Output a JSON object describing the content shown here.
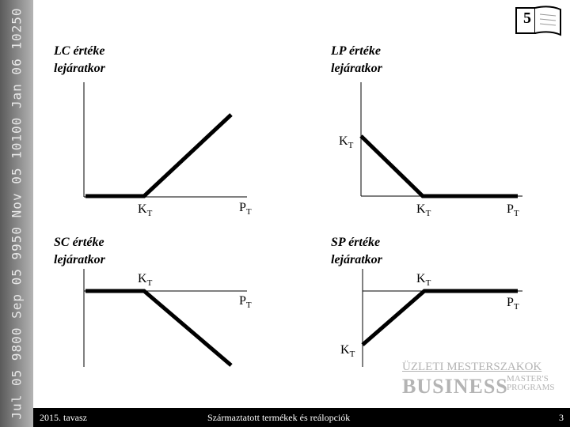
{
  "sidebar": {
    "strip_text": "Jul 05 9800  Sep 05 9950  Nov 05 10100  Jan 06 10250"
  },
  "header": {
    "slide_badge": "5"
  },
  "graphs": {
    "lc": {
      "title_line1": "LC értéke",
      "title_line2": "lejáratkor",
      "k_label": "K",
      "k_sub": "T",
      "p_label": "P",
      "p_sub": "T"
    },
    "lp": {
      "title_line1": "LP értéke",
      "title_line2": "lejáratkor",
      "k_label_y": "K",
      "k_sub_y": "T",
      "k_label": "K",
      "k_sub": "T",
      "p_label": "P",
      "p_sub": "T"
    },
    "sc": {
      "title_line1": "SC értéke",
      "title_line2": "lejáratkor",
      "k_label": "K",
      "k_sub": "T",
      "p_label": "P",
      "p_sub": "T"
    },
    "sp": {
      "title_line1": "SP értéke",
      "title_line2": "lejáratkor",
      "k_label": "K",
      "k_sub": "T",
      "k_label_y": "K",
      "k_sub_y": "T",
      "p_label": "P",
      "p_sub": "T"
    }
  },
  "logo": {
    "top_line": "ÜZLETI MESTERSZAKOK",
    "main_word": "BUSINESS",
    "side_line1": "MASTER'S",
    "side_line2": "PROGRAMS"
  },
  "footer": {
    "left": "2015. tavasz",
    "center": "Származtatott termékek és reálopciók",
    "right": "3"
  }
}
